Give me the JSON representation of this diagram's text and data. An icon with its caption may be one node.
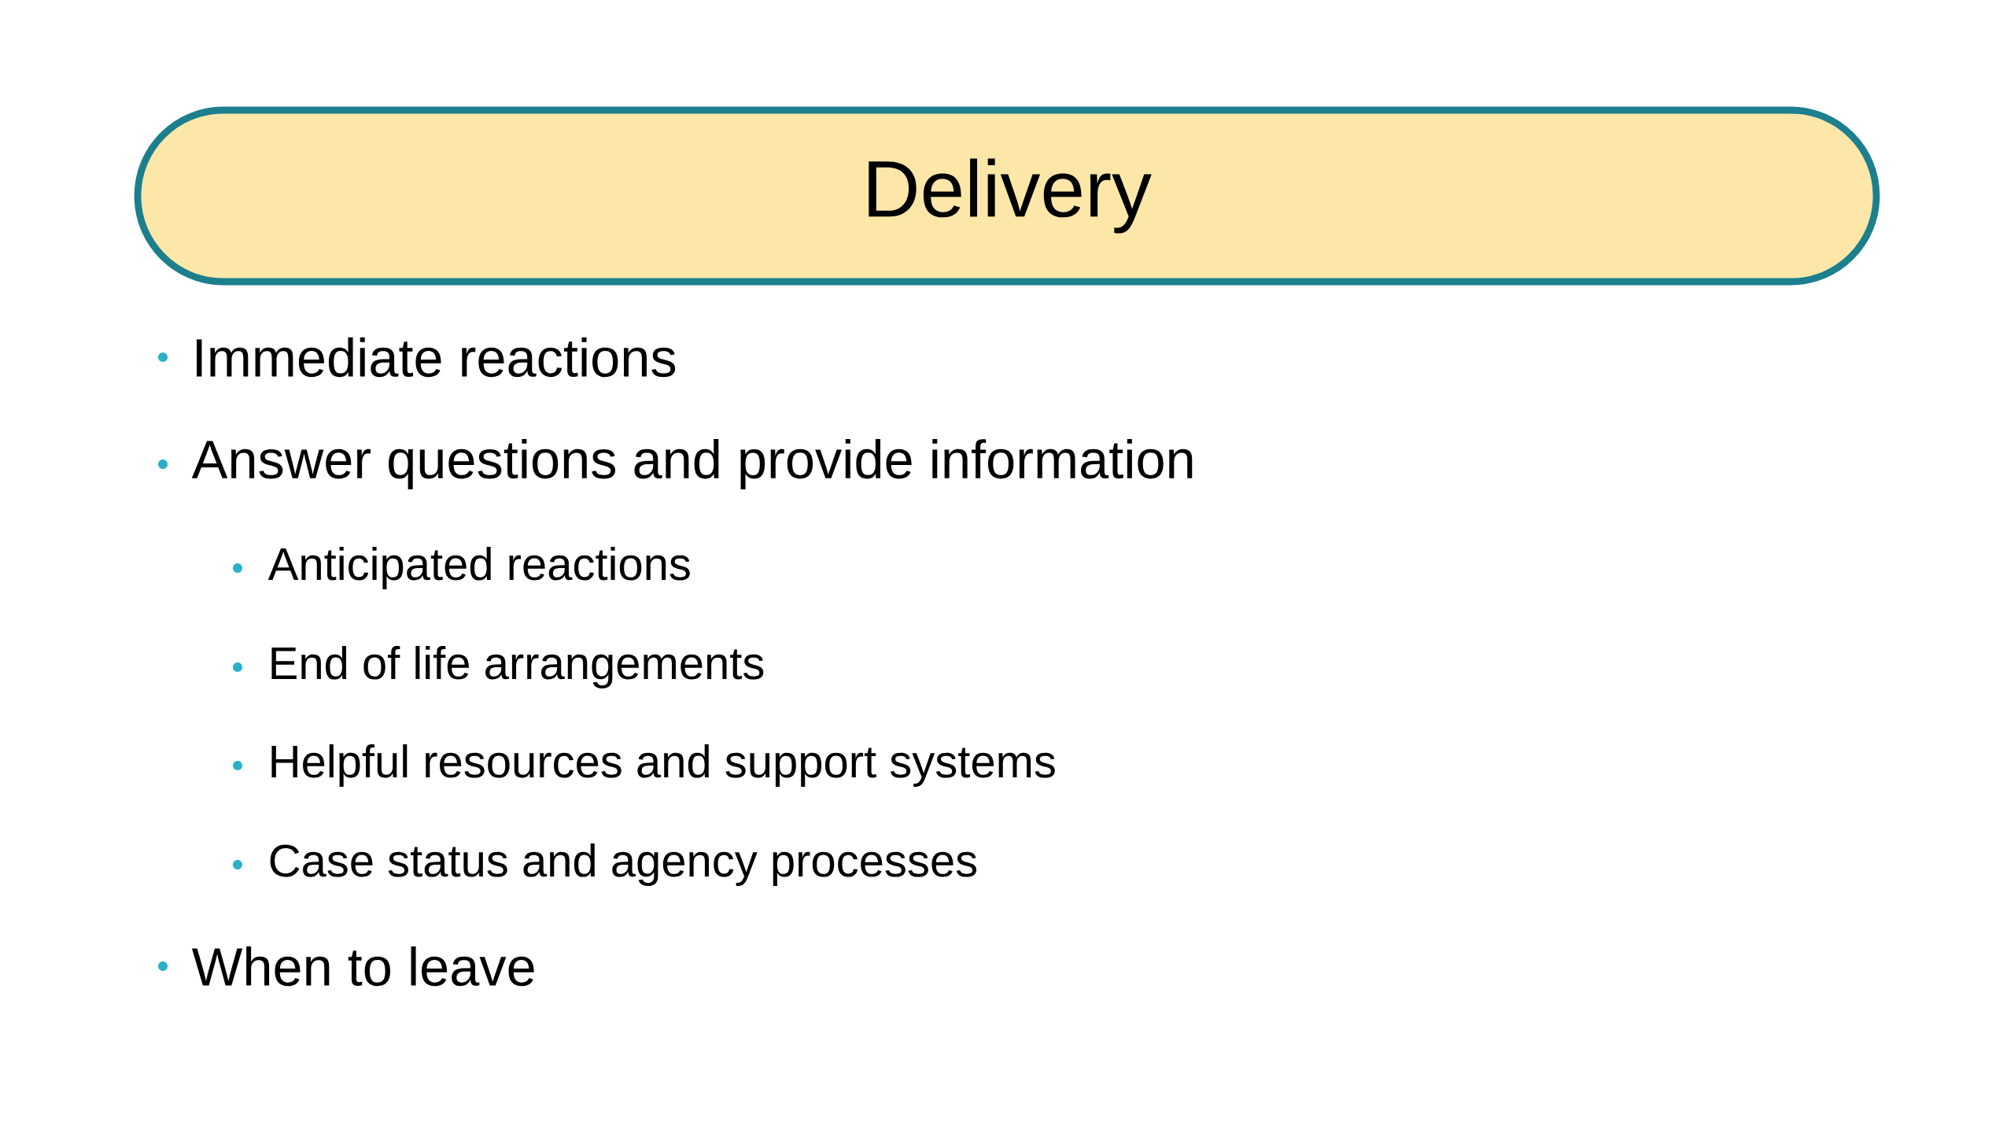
{
  "diagram": {
    "nodes": [
      {
        "text": [
          "Delivery"
        ]
      }
    ],
    "labels": [
      "Immediate reactions",
      "Answer questions and provide information",
      "Anticipated reactions",
      "End of life arrangements",
      "Helpful resources and support systems",
      "Case status and agency processes",
      "When to leave"
    ]
  }
}
